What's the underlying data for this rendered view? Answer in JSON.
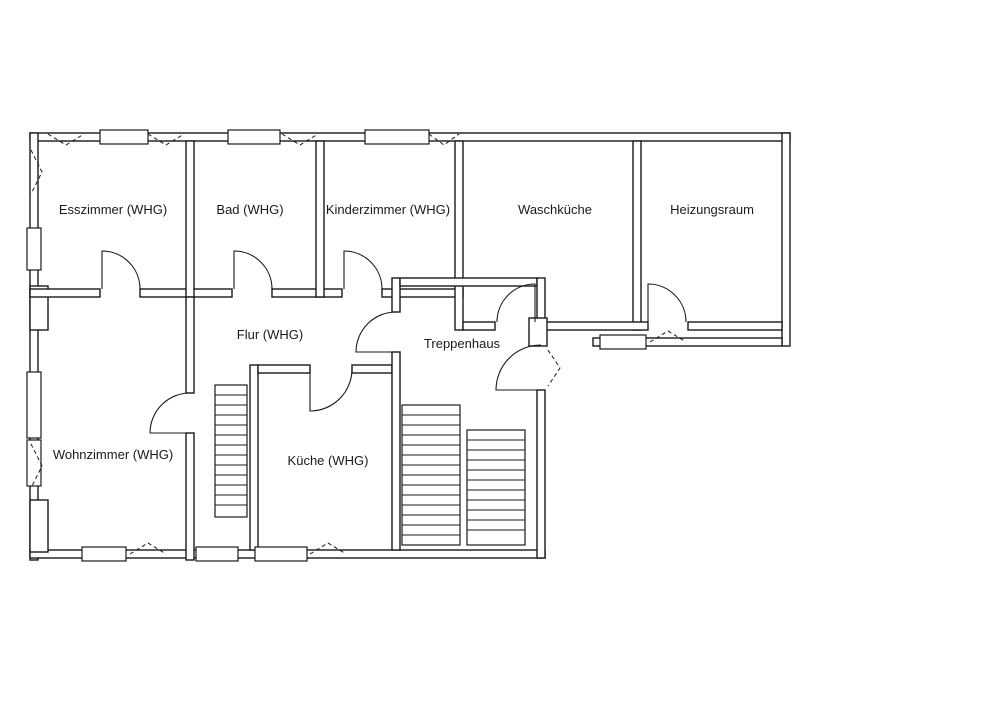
{
  "meta": {
    "background_color": "#ffffff",
    "line_color": "#1a1a1a",
    "drawing_type": "floor-plan"
  },
  "rooms": [
    {
      "id": "esszimmer",
      "label": "Esszimmer (WHG)"
    },
    {
      "id": "bad",
      "label": "Bad (WHG)"
    },
    {
      "id": "kinderzimmer",
      "label": "Kinderzimmer (WHG)"
    },
    {
      "id": "waschkueche",
      "label": "Waschküche"
    },
    {
      "id": "heizungsraum",
      "label": "Heizungsraum"
    },
    {
      "id": "flur",
      "label": "Flur (WHG)"
    },
    {
      "id": "treppenhaus",
      "label": "Treppenhaus"
    },
    {
      "id": "wohnzimmer",
      "label": "Wohnzimmer (WHG)"
    },
    {
      "id": "kueche",
      "label": "Küche (WHG)"
    }
  ]
}
